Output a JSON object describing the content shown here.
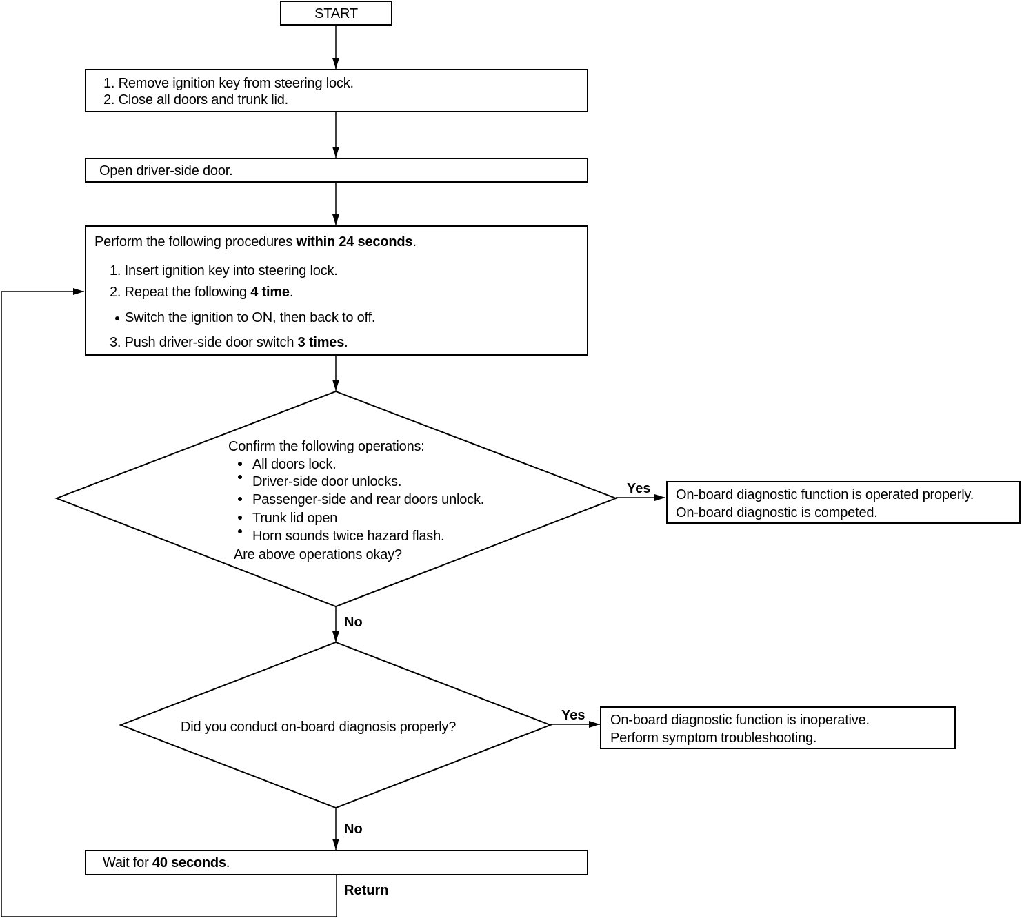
{
  "start": {
    "label": "START"
  },
  "step1": {
    "line1": "1. Remove ignition key from steering lock.",
    "line2": "2. Close all doors and trunk lid."
  },
  "step2": {
    "text": "Open driver-side door."
  },
  "step3": {
    "intro_a": "Perform the following procedures ",
    "intro_b": "within 24 seconds",
    "intro_c": ".",
    "item1": "1. Insert ignition key into steering lock.",
    "item2_a": "2. Repeat the following ",
    "item2_b": "4 time",
    "item2_c": ".",
    "bullet": "Switch the ignition to ON, then back to off.",
    "item3_a": "3. Push driver-side door switch ",
    "item3_b": "3 times",
    "item3_c": "."
  },
  "decision1": {
    "heading": "Confirm the following operations:",
    "bullets": [
      "All doors lock.",
      "Driver-side door unlocks.",
      "Passenger-side and rear doors unlock.",
      "Trunk lid open",
      "Horn sounds twice hazard flash."
    ],
    "question": "Are above operations okay?",
    "yes_label": "Yes",
    "no_label": "No"
  },
  "result1": {
    "line1": "On-board diagnostic function is operated properly.",
    "line2": "On-board diagnostic is competed."
  },
  "decision2": {
    "question": "Did you conduct on-board diagnosis properly?",
    "yes_label": "Yes",
    "no_label": "No"
  },
  "result2": {
    "line1": "On-board diagnostic function is inoperative.",
    "line2": "Perform symptom troubleshooting."
  },
  "step4": {
    "text_a": "Wait for ",
    "text_b": "40 seconds",
    "text_c": "."
  },
  "return_label": "Return"
}
